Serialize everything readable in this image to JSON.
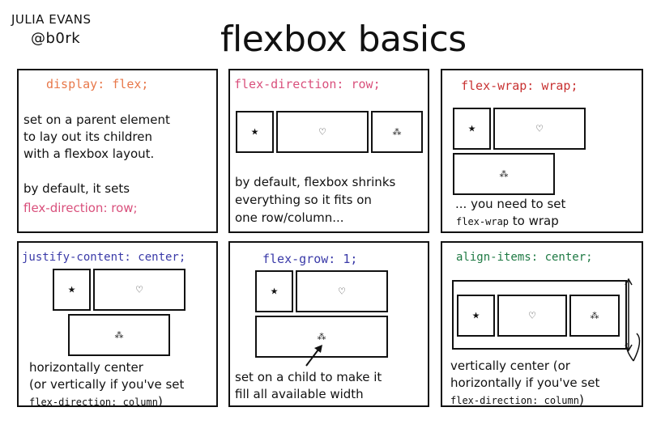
{
  "author": {
    "name": "Julia Evans",
    "handle": "@b0rk"
  },
  "title": "flexbox basics",
  "colors": {
    "orange": "#e8784a",
    "pink": "#d9507c",
    "red": "#c83232",
    "blue": "#3a3aa8",
    "green": "#1f7a44",
    "ink": "#111111"
  },
  "icons": {
    "star": "★",
    "heart": "♡",
    "sparkle": "⁂"
  },
  "panels": {
    "display": {
      "heading": "display: flex;",
      "line1": "set on a parent element",
      "line2": "to lay out its children",
      "line3": "with a flexbox layout.",
      "line4": "by default, it sets",
      "line5": "flex-direction: row;"
    },
    "direction": {
      "heading": "flex-direction: row;",
      "line1": "by default, flexbox shrinks",
      "line2": "everything so it fits on",
      "line3": "one row/column..."
    },
    "wrap": {
      "heading": "flex-wrap: wrap;",
      "line1": "... you need to set",
      "line2_code": "flex-wrap",
      "line2_rest": " to wrap"
    },
    "justify": {
      "heading": "justify-content: center;",
      "line1": "horizontally center",
      "line2": "(or vertically if you've set",
      "line3_code": "flex-direction: column",
      "line3_rest": ")"
    },
    "grow": {
      "heading": "flex-grow: 1;",
      "line1": "set on a child to make it",
      "line2": "fill all available width"
    },
    "align": {
      "heading": "align-items: center;",
      "line1": "vertically center (or",
      "line2": "horizontally if you've set",
      "line3_code": "flex-direction: column",
      "line3_rest": ")"
    }
  }
}
